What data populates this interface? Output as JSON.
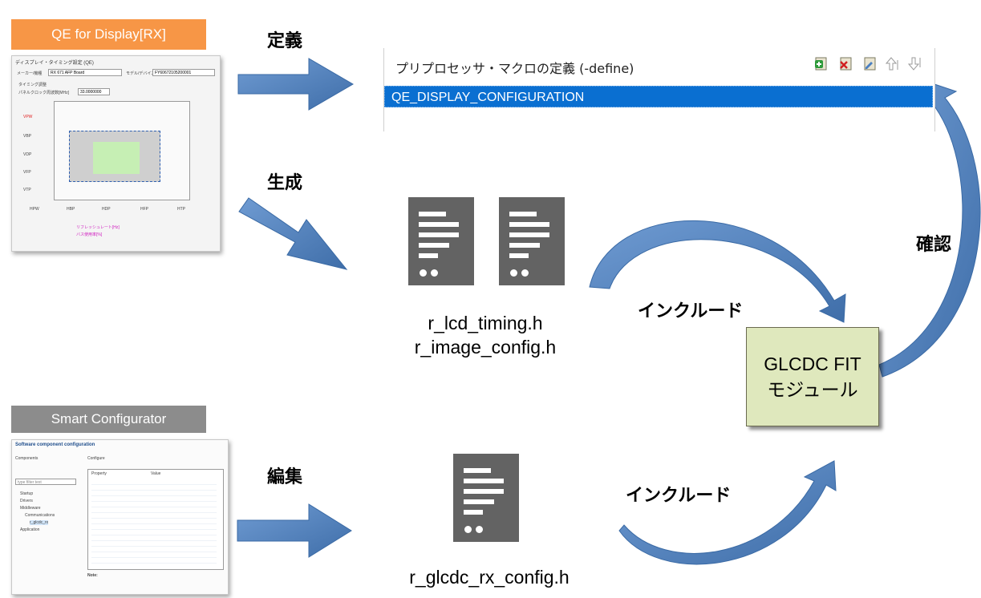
{
  "tags": {
    "qe": "QE for Display[RX]",
    "sc": "Smart Configurator"
  },
  "labels": {
    "define": "定義",
    "generate": "生成",
    "edit": "編集",
    "confirm": "確認",
    "include_top": "インクルード",
    "include_bottom": "インクルード"
  },
  "define_panel": {
    "title": "プリプロセッサ・マクロの定義 (-define)",
    "selected_value": "QE_DISPLAY_CONFIGURATION"
  },
  "files": {
    "timing": "r_lcd_timing.h",
    "image_config": "r_image_config.h",
    "glcdc_config": "r_glcdc_rx_config.h"
  },
  "module": {
    "line1": "GLCDC FIT",
    "line2": "モジュール"
  },
  "colors": {
    "arrow_blue": "#4f81bd",
    "qe_tag": "#f79646",
    "sc_tag": "#8c8c8c",
    "module_fill": "#dfe8bd",
    "selection": "#0a6fd1",
    "underline": "#e02020",
    "doc_icon": "#636363"
  },
  "qe_thumbnail": {
    "title": "ディスプレイ・タイミング設定 (QE)",
    "board_label": "メーカー/機種",
    "board_value": "RX 671 AFP Board",
    "model_label": "モデル/デバイス",
    "model_value": "FY60672105200001",
    "timing_label": "タイミング調整",
    "clock_label": "パネルクロック周波数[MHz]",
    "clock_value": "33.0000000",
    "params": [
      "VPW",
      "VBP",
      "VDP",
      "VFP",
      "VTP"
    ],
    "bottom_params": [
      "HPW",
      "HBP",
      "HDP",
      "HFP",
      "HTP"
    ],
    "results_labels": [
      "リフレッシュレート[Hz]",
      "バス使用率[%]"
    ]
  },
  "sc_thumbnail": {
    "title": "Software component configuration",
    "components_header": "Components",
    "config_header": "Configure",
    "filter_placeholder": "type filter text",
    "tree": [
      "Startup",
      "Drivers",
      "Middleware",
      "Communications",
      "r_glcdc_rx",
      "Application"
    ],
    "property_header": "Property",
    "value_header": "Value",
    "note_title": "Note:"
  }
}
